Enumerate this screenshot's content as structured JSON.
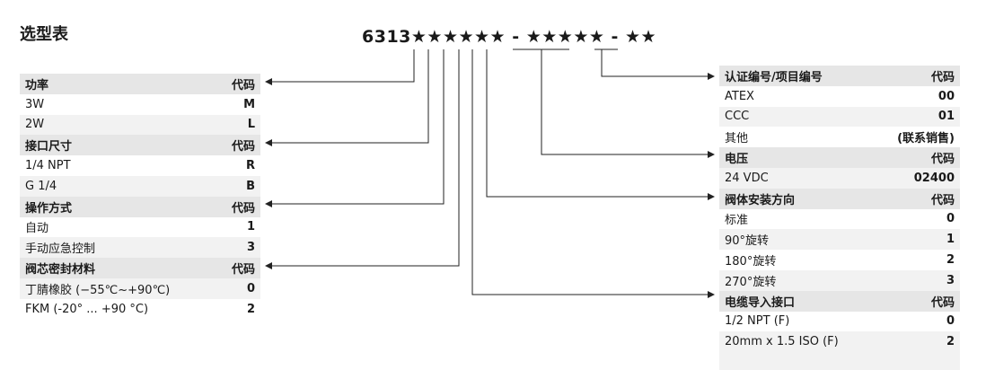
{
  "title": "选型表",
  "model": {
    "base": "6313",
    "group1": "★★★★★★",
    "sep1": " - ",
    "group2": "★★★★★",
    "sep2": " - ",
    "group3": "★★"
  },
  "left_table": [
    {
      "label": "功率",
      "code": "代码",
      "header": true
    },
    {
      "label": "3W",
      "code": "M"
    },
    {
      "label": "2W",
      "code": "L"
    },
    {
      "label": "接口尺寸",
      "code": "代码",
      "header": true
    },
    {
      "label": "1/4 NPT",
      "code": "R"
    },
    {
      "label": "G 1/4",
      "code": "B"
    },
    {
      "label": "操作方式",
      "code": "代码",
      "header": true
    },
    {
      "label": "自动",
      "code": "1"
    },
    {
      "label": "手动应急控制",
      "code": "3"
    },
    {
      "label": "阀芯密封材料",
      "code": "代码",
      "header": true
    },
    {
      "label": "丁腈橡胶 (−55℃~+90℃)",
      "code": "0"
    },
    {
      "label": "FKM (-20° ... +90 °C)",
      "code": "2"
    }
  ],
  "right_table": [
    {
      "label": "认证编号/项目编号",
      "code": "代码",
      "header": true
    },
    {
      "label": "ATEX",
      "code": "00"
    },
    {
      "label": "CCC",
      "code": "01"
    },
    {
      "label": "其他",
      "code": "(联系销售)"
    },
    {
      "label": "电压",
      "code": "代码",
      "header": true
    },
    {
      "label": "24 VDC",
      "code": "02400"
    },
    {
      "label": "阀体安装方向",
      "code": "代码",
      "header": true
    },
    {
      "label": "标准",
      "code": "0"
    },
    {
      "label": "90°旋转",
      "code": "1"
    },
    {
      "label": "180°旋转",
      "code": "2"
    },
    {
      "label": "270°旋转",
      "code": "3"
    },
    {
      "label": "电缆导入接口",
      "code": "代码",
      "header": true
    },
    {
      "label": "1/2 NPT (F)",
      "code": "0"
    },
    {
      "label": "20mm x 1.5 ISO (F)",
      "code": "2"
    }
  ]
}
